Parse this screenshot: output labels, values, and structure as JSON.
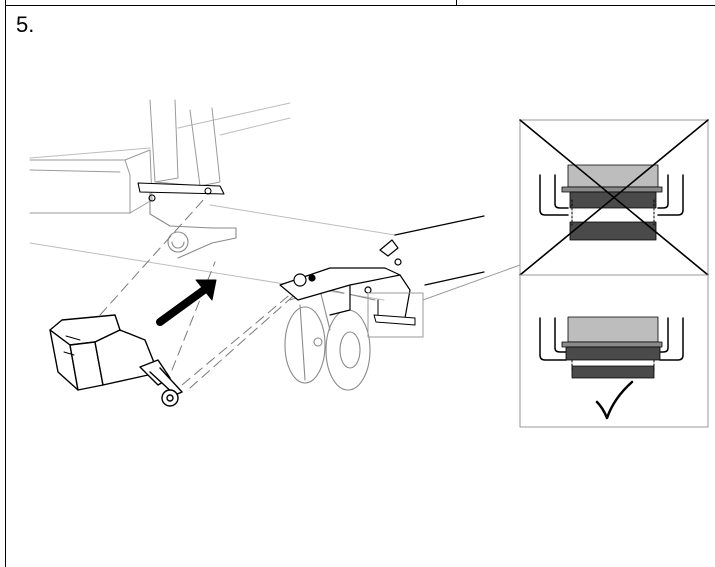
{
  "step": {
    "number": "5."
  },
  "detail_panels": [
    {
      "state": "incorrect",
      "symbol": "cross"
    },
    {
      "state": "correct",
      "symbol": "checkmark"
    }
  ],
  "icons": [
    "arrow-icon",
    "cross-icon",
    "checkmark-icon"
  ]
}
